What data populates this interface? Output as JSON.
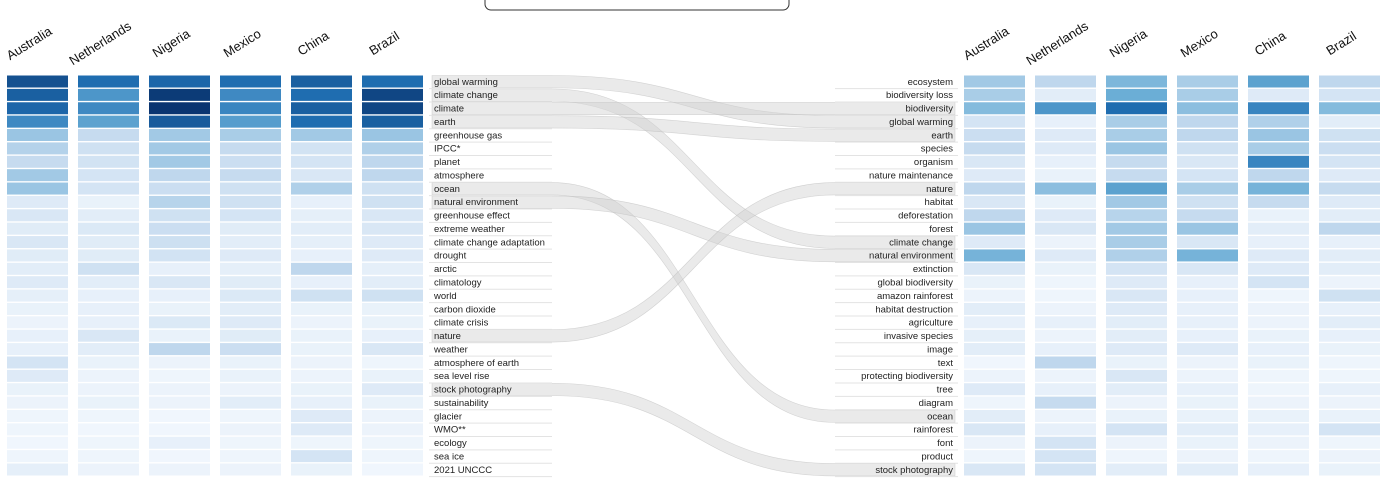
{
  "chart_data": [
    {
      "type": "heatmap",
      "countries": [
        "Australia",
        "Netherlands",
        "Nigeria",
        "Mexico",
        "China",
        "Brazil"
      ],
      "terms": [
        "global warming",
        "climate change",
        "climate",
        "earth",
        "greenhouse gas",
        "IPCC*",
        "planet",
        "atmosphere",
        "ocean",
        "natural environment",
        "greenhouse effect",
        "extreme weather",
        "climate change adaptation",
        "drought",
        "arctic",
        "climatology",
        "world",
        "carbon dioxide",
        "climate crisis",
        "nature",
        "weather",
        "atmosphere of earth",
        "sea level rise",
        "stock photography",
        "sustainability",
        "glacier",
        "WMO**",
        "ecology",
        "sea ice",
        "2021 UNCCC"
      ],
      "values": [
        [
          0.85,
          0.72,
          0.75,
          0.72,
          0.78,
          0.72
        ],
        [
          0.78,
          0.55,
          0.95,
          0.6,
          0.72,
          0.9
        ],
        [
          0.75,
          0.6,
          0.98,
          0.62,
          0.78,
          0.9
        ],
        [
          0.6,
          0.5,
          0.8,
          0.52,
          0.72,
          0.78
        ],
        [
          0.32,
          0.2,
          0.3,
          0.28,
          0.3,
          0.32
        ],
        [
          0.25,
          0.16,
          0.3,
          0.2,
          0.15,
          0.26
        ],
        [
          0.2,
          0.15,
          0.3,
          0.18,
          0.14,
          0.22
        ],
        [
          0.3,
          0.14,
          0.22,
          0.2,
          0.12,
          0.22
        ],
        [
          0.32,
          0.14,
          0.18,
          0.16,
          0.26,
          0.16
        ],
        [
          0.1,
          0.05,
          0.24,
          0.16,
          0.06,
          0.16
        ],
        [
          0.12,
          0.08,
          0.16,
          0.14,
          0.07,
          0.12
        ],
        [
          0.09,
          0.11,
          0.18,
          0.09,
          0.08,
          0.12
        ],
        [
          0.12,
          0.09,
          0.17,
          0.08,
          0.07,
          0.1
        ],
        [
          0.09,
          0.09,
          0.15,
          0.1,
          0.06,
          0.1
        ],
        [
          0.08,
          0.16,
          0.06,
          0.07,
          0.22,
          0.07
        ],
        [
          0.1,
          0.08,
          0.12,
          0.09,
          0.06,
          0.08
        ],
        [
          0.07,
          0.06,
          0.06,
          0.11,
          0.16,
          0.16
        ],
        [
          0.05,
          0.06,
          0.05,
          0.08,
          0.05,
          0.05
        ],
        [
          0.04,
          0.06,
          0.11,
          0.1,
          0.04,
          0.05
        ],
        [
          0.06,
          0.12,
          0.05,
          0.09,
          0.05,
          0.06
        ],
        [
          0.06,
          0.08,
          0.22,
          0.18,
          0.05,
          0.12
        ],
        [
          0.14,
          0.05,
          0.04,
          0.05,
          0.04,
          0.03
        ],
        [
          0.1,
          0.04,
          0.03,
          0.05,
          0.04,
          0.05
        ],
        [
          0.05,
          0.04,
          0.04,
          0.04,
          0.05,
          0.1
        ],
        [
          0.04,
          0.05,
          0.04,
          0.08,
          0.06,
          0.05
        ],
        [
          0.03,
          0.03,
          0.02,
          0.03,
          0.1,
          0.04
        ],
        [
          0.03,
          0.02,
          0.02,
          0.04,
          0.1,
          0.04
        ],
        [
          0.02,
          0.03,
          0.06,
          0.03,
          0.03,
          0.03
        ],
        [
          0.03,
          0.03,
          0.02,
          0.03,
          0.14,
          0.03
        ],
        [
          0.07,
          0.04,
          0.04,
          0.04,
          0.05,
          0.02
        ]
      ]
    },
    {
      "type": "heatmap",
      "countries": [
        "Australia",
        "Netherlands",
        "Nigeria",
        "Mexico",
        "China",
        "Brazil"
      ],
      "terms": [
        "ecosystem",
        "biodiversity loss",
        "biodiversity",
        "global warming",
        "earth",
        "species",
        "organism",
        "nature maintenance",
        "nature",
        "habitat",
        "deforestation",
        "forest",
        "climate change",
        "natural environment",
        "extinction",
        "global biodiversity",
        "amazon rainforest",
        "habitat destruction",
        "agriculture",
        "invasive species",
        "image",
        "text",
        "protecting biodiversity",
        "tree",
        "diagram",
        "ocean",
        "rainforest",
        "font",
        "product",
        "stock photography"
      ],
      "values": [
        [
          0.3,
          0.22,
          0.4,
          0.28,
          0.5,
          0.22
        ],
        [
          0.28,
          0.08,
          0.45,
          0.28,
          0.1,
          0.14
        ],
        [
          0.38,
          0.55,
          0.72,
          0.36,
          0.62,
          0.38
        ],
        [
          0.14,
          0.06,
          0.28,
          0.22,
          0.26,
          0.08
        ],
        [
          0.18,
          0.1,
          0.28,
          0.22,
          0.32,
          0.16
        ],
        [
          0.2,
          0.1,
          0.32,
          0.16,
          0.28,
          0.18
        ],
        [
          0.12,
          0.06,
          0.2,
          0.12,
          0.62,
          0.14
        ],
        [
          0.1,
          0.05,
          0.2,
          0.14,
          0.22,
          0.1
        ],
        [
          0.22,
          0.36,
          0.5,
          0.28,
          0.42,
          0.2
        ],
        [
          0.12,
          0.05,
          0.3,
          0.16,
          0.2,
          0.1
        ],
        [
          0.22,
          0.1,
          0.24,
          0.2,
          0.05,
          0.08
        ],
        [
          0.32,
          0.12,
          0.3,
          0.32,
          0.08,
          0.22
        ],
        [
          0.1,
          0.04,
          0.28,
          0.12,
          0.06,
          0.06
        ],
        [
          0.42,
          0.1,
          0.26,
          0.42,
          0.1,
          0.08
        ],
        [
          0.12,
          0.05,
          0.14,
          0.12,
          0.1,
          0.08
        ],
        [
          0.05,
          0.03,
          0.1,
          0.06,
          0.14,
          0.04
        ],
        [
          0.04,
          0.03,
          0.12,
          0.06,
          0.03,
          0.16
        ],
        [
          0.08,
          0.04,
          0.1,
          0.06,
          0.04,
          0.06
        ],
        [
          0.06,
          0.06,
          0.08,
          0.06,
          0.04,
          0.08
        ],
        [
          0.07,
          0.04,
          0.08,
          0.06,
          0.05,
          0.06
        ],
        [
          0.08,
          0.06,
          0.1,
          0.1,
          0.06,
          0.05
        ],
        [
          0.02,
          0.22,
          0.05,
          0.04,
          0.05,
          0.03
        ],
        [
          0.04,
          0.04,
          0.12,
          0.04,
          0.03,
          0.03
        ],
        [
          0.1,
          0.06,
          0.08,
          0.06,
          0.03,
          0.06
        ],
        [
          0.03,
          0.2,
          0.04,
          0.05,
          0.04,
          0.04
        ],
        [
          0.08,
          0.04,
          0.05,
          0.05,
          0.05,
          0.05
        ],
        [
          0.12,
          0.06,
          0.14,
          0.08,
          0.06,
          0.14
        ],
        [
          0.04,
          0.14,
          0.04,
          0.05,
          0.04,
          0.03
        ],
        [
          0.03,
          0.14,
          0.03,
          0.04,
          0.03,
          0.04
        ],
        [
          0.12,
          0.14,
          0.08,
          0.08,
          0.06,
          0.05
        ]
      ]
    }
  ],
  "connections": [
    [
      "global warming",
      "global warming"
    ],
    [
      "climate change",
      "climate change"
    ],
    [
      "earth",
      "earth"
    ],
    [
      "climate",
      "biodiversity"
    ],
    [
      "ocean",
      "ocean"
    ],
    [
      "natural environment",
      "natural environment"
    ],
    [
      "nature",
      "nature"
    ],
    [
      "stock photography",
      "stock photography"
    ]
  ],
  "colors": {
    "low": "#f5f9fe",
    "high": "#08306b",
    "ribbon": "#cfcfcf",
    "line": "#e3e3e3"
  }
}
